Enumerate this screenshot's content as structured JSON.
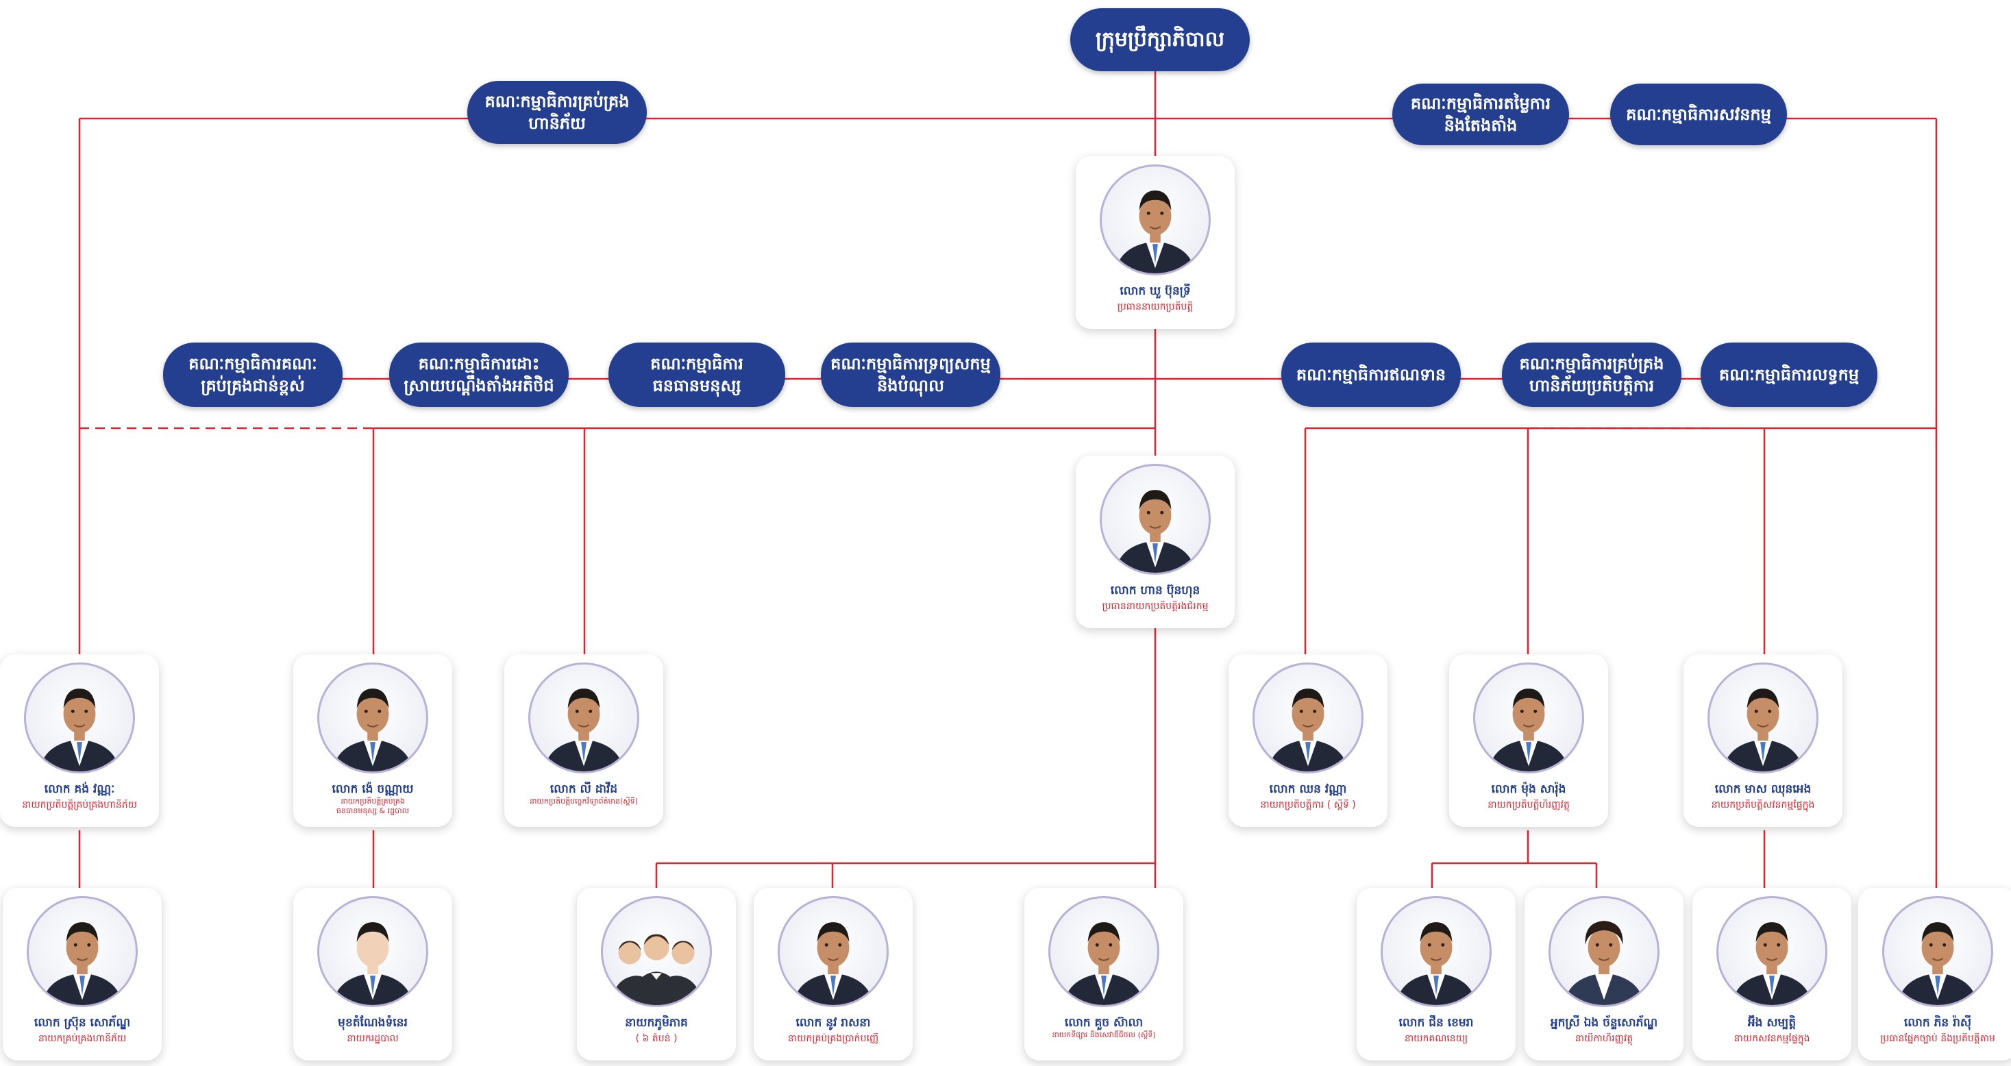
{
  "colors": {
    "pill": "#243f8f",
    "line": "#e0242f",
    "name_text": "#243f8f",
    "role_text": "#e0242f",
    "photo_ring": "#b9b1d6"
  },
  "board": "ក្រុមប្រឹក្សាភិបាល",
  "committees_top": {
    "risk": "គណៈកម្មាធិការគ្រប់គ្រង\nហានិភ័យ",
    "remuneration": "គណៈកម្មាធិការតម្លៃការ\nនិងតែងតាំង",
    "audit": "គណៈកម្មាធិការសវនកម្ម"
  },
  "committees_mgmt": {
    "senior": "គណៈកម្មាធិការគណៈ\nគ្រប់គ្រងជាន់ខ្ពស់",
    "it": "គណៈកម្មាធិការដោះ\nស្រាយបណ្តឹងតាំងអតិថិជ",
    "hr": "គណៈកម្មាធិការ\nធនធានមនុស្ស",
    "alco": "គណៈកម្មាធិការទ្រព្យសកម្ម\nនិងបំណុល",
    "credit": "គណៈកម្មាធិការឥណទាន",
    "oprisk": "គណៈកម្មាធិការគ្រប់គ្រង\nហានិភ័យប្រតិបត្តិការ",
    "procurement": "គណៈកម្មាធិការលទ្ធកម្ម"
  },
  "people": {
    "ceo": {
      "name": "លោក ឃួ ប៊ុនទ្រី",
      "role": "ប្រធាននាយកប្រតិបត្តិ"
    },
    "deputy": {
      "name": "លោក ហាន ប៊ុនហុន",
      "role": "ប្រធាននាយកប្រតិបត្តិរងជំរកម្ម"
    },
    "risk_head": {
      "name": "លោក គង់ វណ្ណៈ",
      "role": "នាយកប្រតិបត្តិគ្រប់គ្រងហានិភ័យ"
    },
    "hr_head": {
      "name": "លោក ង៉េ ចណ្ណាយ",
      "role": "នាយកប្រតិបត្តិគ្រប់គ្រង\nធនធានមនុស្ស & រដ្ឋបាល"
    },
    "it_head": {
      "name": "លោក លី ដាវីដ",
      "role": "នាយកប្រតិបត្តិបច្ចេកវិទ្យាព័ត៌មាន(ស្តីទី)"
    },
    "ops_head": {
      "name": "លោក ឈន វណ្ណា",
      "role": "នាយកប្រតិបត្តិការ ( ស្តីទី )"
    },
    "finance_head": {
      "name": "លោក ម៉ុង សារ៉ុង",
      "role": "នាយកប្រតិបត្តិហិរញ្ញវត្ថុ"
    },
    "audit_head": {
      "name": "លោក មាស ឈុនអេង",
      "role": "នាយកប្រតិបត្តិសវនកម្មផ្ទៃក្នុង"
    },
    "risk_mgr": {
      "name": "លោក ស្រ៊ុន សោភ័ណ្ឌ",
      "role": "នាយកគ្រប់គ្រងហានិភ័យ"
    },
    "admin_vacant": {
      "name": "មុខតំណែងទំនេរ",
      "role": "នាយករដ្ឋបាល"
    },
    "regional": {
      "name": "នាយកភូមិភាគ",
      "role": "( ៦ តំបន់ )"
    },
    "deposit_mgr": {
      "name": "លោក នូវ រាសនា",
      "role": "នាយកគ្រប់គ្រងប្រាក់បញ្ញើ"
    },
    "digital_mgr": {
      "name": "លោក គួច ស៊ាលា",
      "role": "នាយកទីផ្សារ និងសេវាឌីជីថល (ស្តីទី)"
    },
    "accounting": {
      "name": "លោក ជឹន ខេមរា",
      "role": "នាយកគណនេយ្យ"
    },
    "finance_dir": {
      "name": "អ្នកស្រី ឯង ច័ន្ទសោភ័ណ្ឌ",
      "role": "នាយិកាហិរញ្ញវត្ថុ"
    },
    "internal_audit": {
      "name": "អ៊ឹង សម្បត្តិ",
      "role": "នាយកសវនកម្មផ្ទៃក្នុង"
    },
    "compliance": {
      "name": "លោក ភិន រ៉ាស៊ី",
      "role": "ប្រធានផ្នែកច្បាប់ និងប្រតិបត្តិតាម"
    }
  }
}
